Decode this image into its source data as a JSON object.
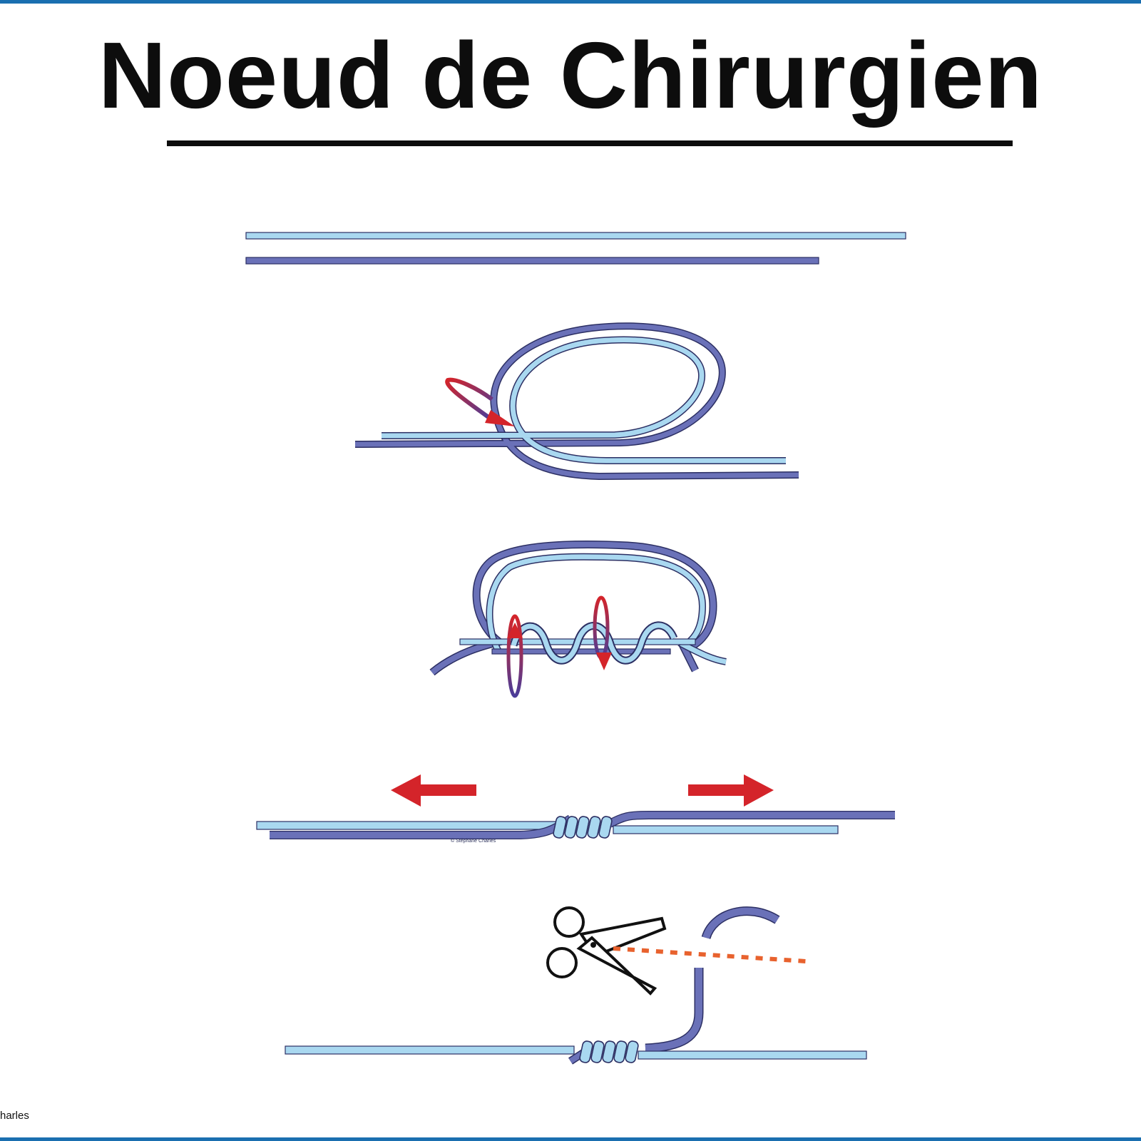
{
  "title": "Noeud de Chirurgien",
  "credit_corner": "harles",
  "credit_small": "© Stéphane Charles",
  "colors": {
    "line_dark": "#6a71b8",
    "line_light": "#a9d8f0",
    "outline": "#2c2f63",
    "arrow_red": "#d4242a",
    "cut_line": "#e8622e",
    "frame": "#1a6fb0"
  },
  "steps": [
    {
      "name": "parallel-lines"
    },
    {
      "name": "overhand-loop"
    },
    {
      "name": "wraps"
    },
    {
      "name": "tighten-pull"
    },
    {
      "name": "trim-ends"
    }
  ]
}
